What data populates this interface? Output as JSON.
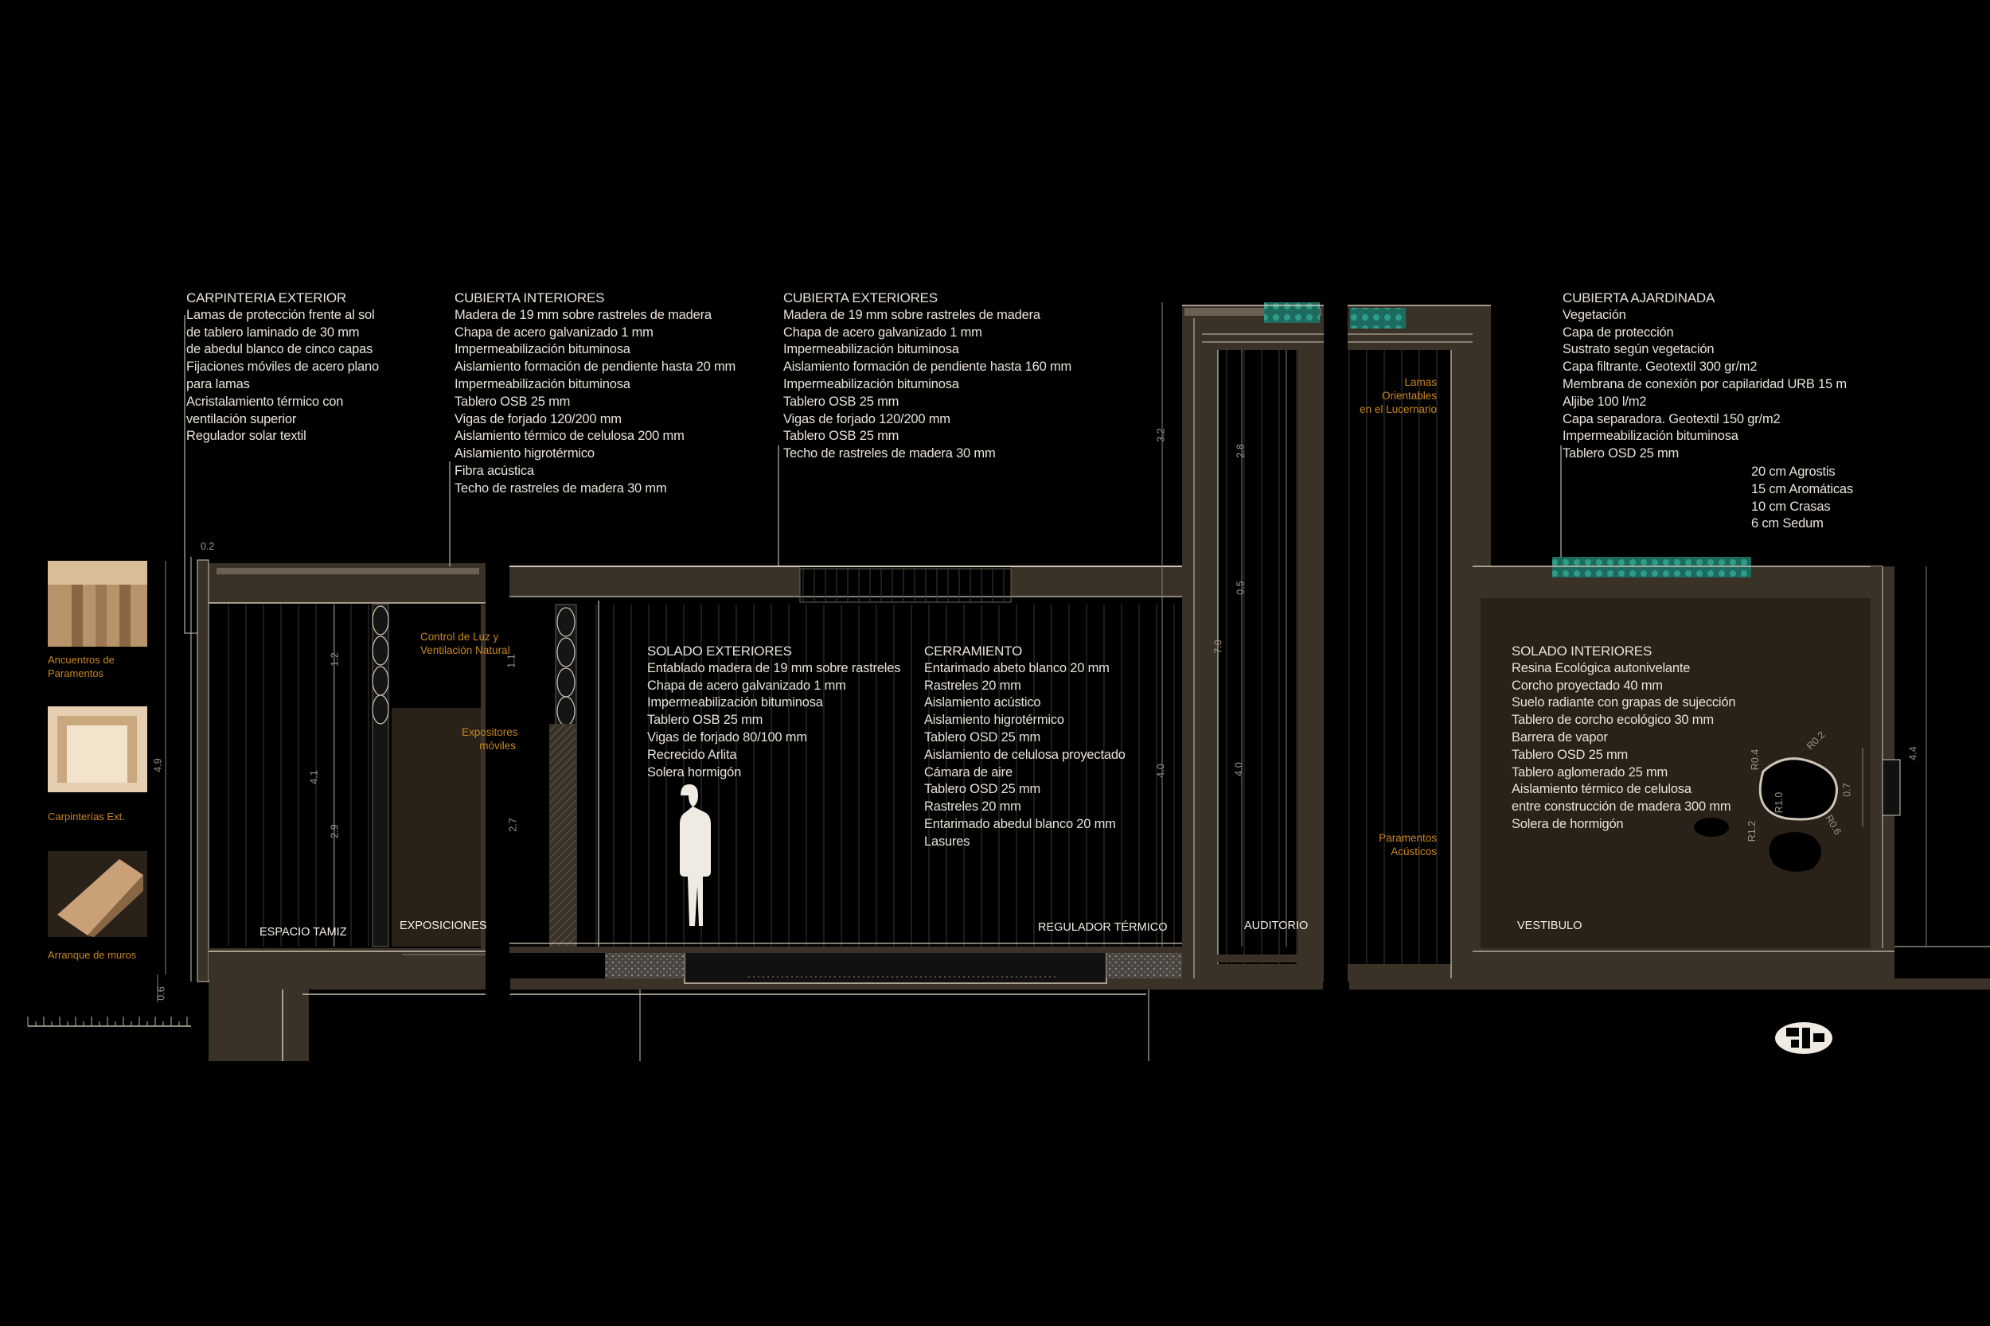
{
  "notes": {
    "carpinteria": {
      "title": "CARPINTERIA EXTERIOR",
      "lines": [
        "Lamas de protección frente al sol",
        "de tablero laminado de  30 mm",
        "de abedul blanco de cinco capas",
        "Fijaciones móviles de acero plano",
        "para lamas",
        "Acristalamiento térmico con",
        "ventilación superior",
        "Regulador solar textil"
      ]
    },
    "cubierta_interiores": {
      "title": "CUBIERTA INTERIORES",
      "lines": [
        "Madera de 19 mm sobre rastreles de madera",
        "Chapa de acero galvanizado 1 mm",
        "Impermeabilización bituminosa",
        "Aislamiento formación de pendiente hasta 20 mm",
        "Impermeabilización bituminosa",
        "Tablero OSB  25 mm",
        "Vigas de forjado 120/200  mm",
        "Aislamiento térmico de celulosa 200 mm",
        "Aislamiento higrotérmico",
        "Fibra acústica",
        "Techo de rastreles de madera 30 mm"
      ]
    },
    "cubierta_exteriores": {
      "title": "CUBIERTA EXTERIORES",
      "lines": [
        "Madera de 19 mm sobre rastreles de madera",
        "Chapa de acero galvanizado 1 mm",
        "Impermeabilización bituminosa",
        "Aislamiento formación de pendiente hasta 160 mm",
        "Impermeabilización bituminosa",
        "Tablero OSB  25 mm",
        "Vigas de forjado 120/200  mm",
        "Tablero OSB  25 mm",
        "Techo de rastreles de madera 30 mm"
      ]
    },
    "cubierta_ajardinada": {
      "title": "CUBIERTA AJARDINADA",
      "lines": [
        "Vegetación",
        "Capa de protección",
        "Sustrato según vegetación",
        "Capa filtrante. Geotextil 300 gr/m2",
        "Membrana de conexión por capilaridad URB 15 m",
        "Aljibe 100 l/m2",
        "Capa separadora. Geotextil 150 gr/m2",
        "Impermeabilización bituminosa",
        "Tablero OSD 25 mm"
      ]
    },
    "vegetacion": {
      "title": "",
      "lines": [
        "20 cm Agrostis",
        "15 cm Aromáticas",
        "10 cm Crasas",
        "6 cm Sedum"
      ]
    },
    "solado_exteriores": {
      "title": "SOLADO EXTERIORES",
      "lines": [
        "Entablado madera de 19 mm sobre rastreles",
        "Chapa de acero galvanizado 1 mm",
        "Impermeabilización bituminosa",
        "Tablero OSB  25 mm",
        "Vigas de forjado 80/100  mm",
        "Recrecido Arlita",
        "Solera hormigón"
      ]
    },
    "cerramiento": {
      "title": "CERRAMIENTO",
      "lines": [
        "Entarimado abeto blanco 20 mm",
        "Rastreles 20 mm",
        "Aislamiento acústico",
        "Aislamiento higrotérmico",
        "Tablero OSD 25 mm",
        "Aislamiento de celulosa proyectado",
        "Cámara de aire",
        "Tablero OSD 25 mm",
        "Rastreles 20 mm",
        "Entarimado abedul blanco 20 mm",
        "Lasures"
      ]
    },
    "solado_interiores": {
      "title": "SOLADO INTERIORES",
      "lines": [
        "Resina Ecológica autonivelante",
        "Corcho proyectado 40 mm",
        "Suelo radiante con grapas de sujección",
        "Tablero de corcho ecológico 30 mm",
        "Barrera de vapor",
        "Tablero OSD 25 mm",
        "Tablero aglomerado 25 mm",
        "Aislamiento térmico de celulosa",
        "entre  construcción de madera 300 mm",
        "Solera de hormigón"
      ]
    }
  },
  "orange_labels": {
    "control_luz": [
      "Control de Luz y",
      "Ventilación Natural"
    ],
    "expositores": [
      "Expositores",
      "móviles"
    ],
    "lamas": [
      "Lamas Orientables",
      "en el Lucernario"
    ],
    "paramentos": [
      "Paramentos",
      "Acústicos"
    ]
  },
  "spaces": {
    "tamiz": "ESPACIO TAMIZ",
    "exposiciones": "EXPOSICIONES",
    "regulador": "REGULADOR TÉRMICO",
    "auditorio": "AUDITORIO",
    "vestibulo": "VESTIBULO"
  },
  "thumbnails": {
    "encuentros": [
      "Ancuentros de",
      "Paramentos"
    ],
    "carpinterias": [
      "Carpinterías Ext."
    ],
    "arranque": [
      "Arranque de muros"
    ]
  },
  "dimensions": {
    "d02": "0.2",
    "d49": "4.9",
    "d06": "0.6",
    "d12": "1.2",
    "d41": "4.1",
    "d29": "2.9",
    "d11": "1.1",
    "d27": "2.7",
    "d32": "3.2",
    "d28": "2.8",
    "d05": "0.5",
    "d70": "7.0",
    "d40a": "4.0",
    "d40b": "4.0",
    "d44": "4.4",
    "d07": "0.7",
    "r04": "R0.4",
    "r02": "R0.2",
    "r10": "R1.0",
    "r12": "R1.2",
    "r06": "R0.6"
  },
  "colors": {
    "background": "#000000",
    "wall": "#3a3127",
    "interior": "#2a2119",
    "line": "#cfc6b6",
    "accent": "#c8861f",
    "green_roof": "#2f9c8a"
  }
}
